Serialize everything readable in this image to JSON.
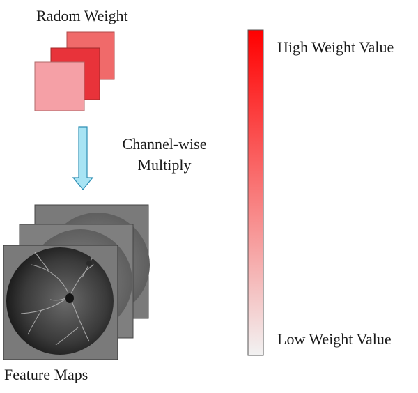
{
  "labels": {
    "random_weight": "Radom Weight",
    "channel_multiply": "Channel-wise Multiply",
    "feature_maps": "Feature Maps",
    "high_weight": "High Weight Value",
    "low_weight": "Low Weight Value"
  },
  "colors": {
    "weight_back": "#f06a6a",
    "weight_middle": "#e8333a",
    "weight_front": "#f5a0a6",
    "arrow_fill": "#a8e4f4",
    "arrow_stroke": "#2d8fb5",
    "colorbar_top": "#ff0000",
    "colorbar_bottom": "#f2f2f2",
    "feature_map_bg": "#7a7a7a"
  }
}
